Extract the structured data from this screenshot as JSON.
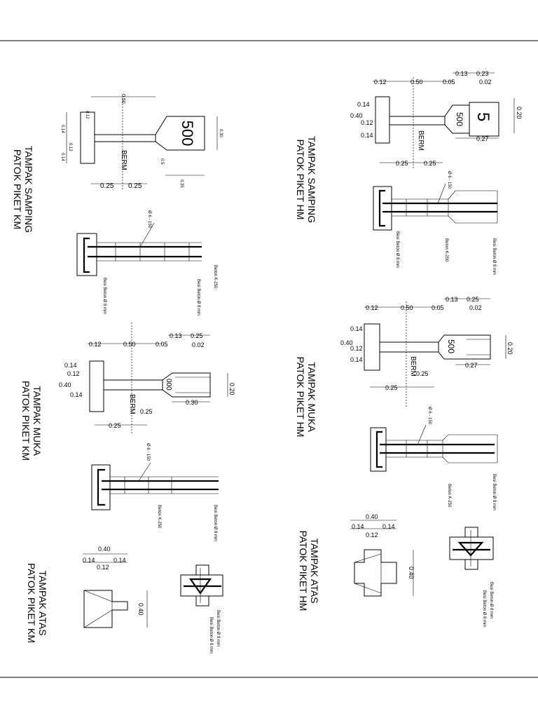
{
  "titles": {
    "samping_km_1": "TAMPAK SAMPING",
    "samping_km_2": "PATOK PIKET KM",
    "muka_km_1": "TAMPAK MUKA",
    "muka_km_2": "PATOK PIKET KM",
    "atas_km_1": "TAMPAK ATAS",
    "atas_km_2": "PATOK PIKET KM",
    "samping_hm_1": "TAMPAK SAMPING",
    "samping_hm_2": "PATOK PIKET HM",
    "muka_hm_1": "TAMPAK MUKA",
    "muka_hm_2": "PATOK PIKET HM",
    "atas_hm_1": "TAMPAK ATAS",
    "atas_hm_2": "PATOK PIKET HM"
  },
  "plates": {
    "km_side": "500",
    "km_front": "000",
    "hm_side_number": "5",
    "hm_side_plate": "500",
    "hm_front_plate": "500"
  },
  "labels": {
    "berm": "BERM",
    "tie": "Ø 6 - 150",
    "concrete": "Beton K-250",
    "rebar": "Besi Beton Ø 8 mm"
  },
  "dims": {
    "d012": "0.12",
    "d050": "0.50",
    "d005": "0.05",
    "d013": "0.13",
    "d025": "0.25",
    "d002": "0.02",
    "d014": "0.14",
    "d040": "0.40",
    "d020": "0.20",
    "d027": "0.27",
    "d030": "0.30",
    "d035": "0.35",
    "d023": "0.23",
    "d05": "0.5"
  }
}
